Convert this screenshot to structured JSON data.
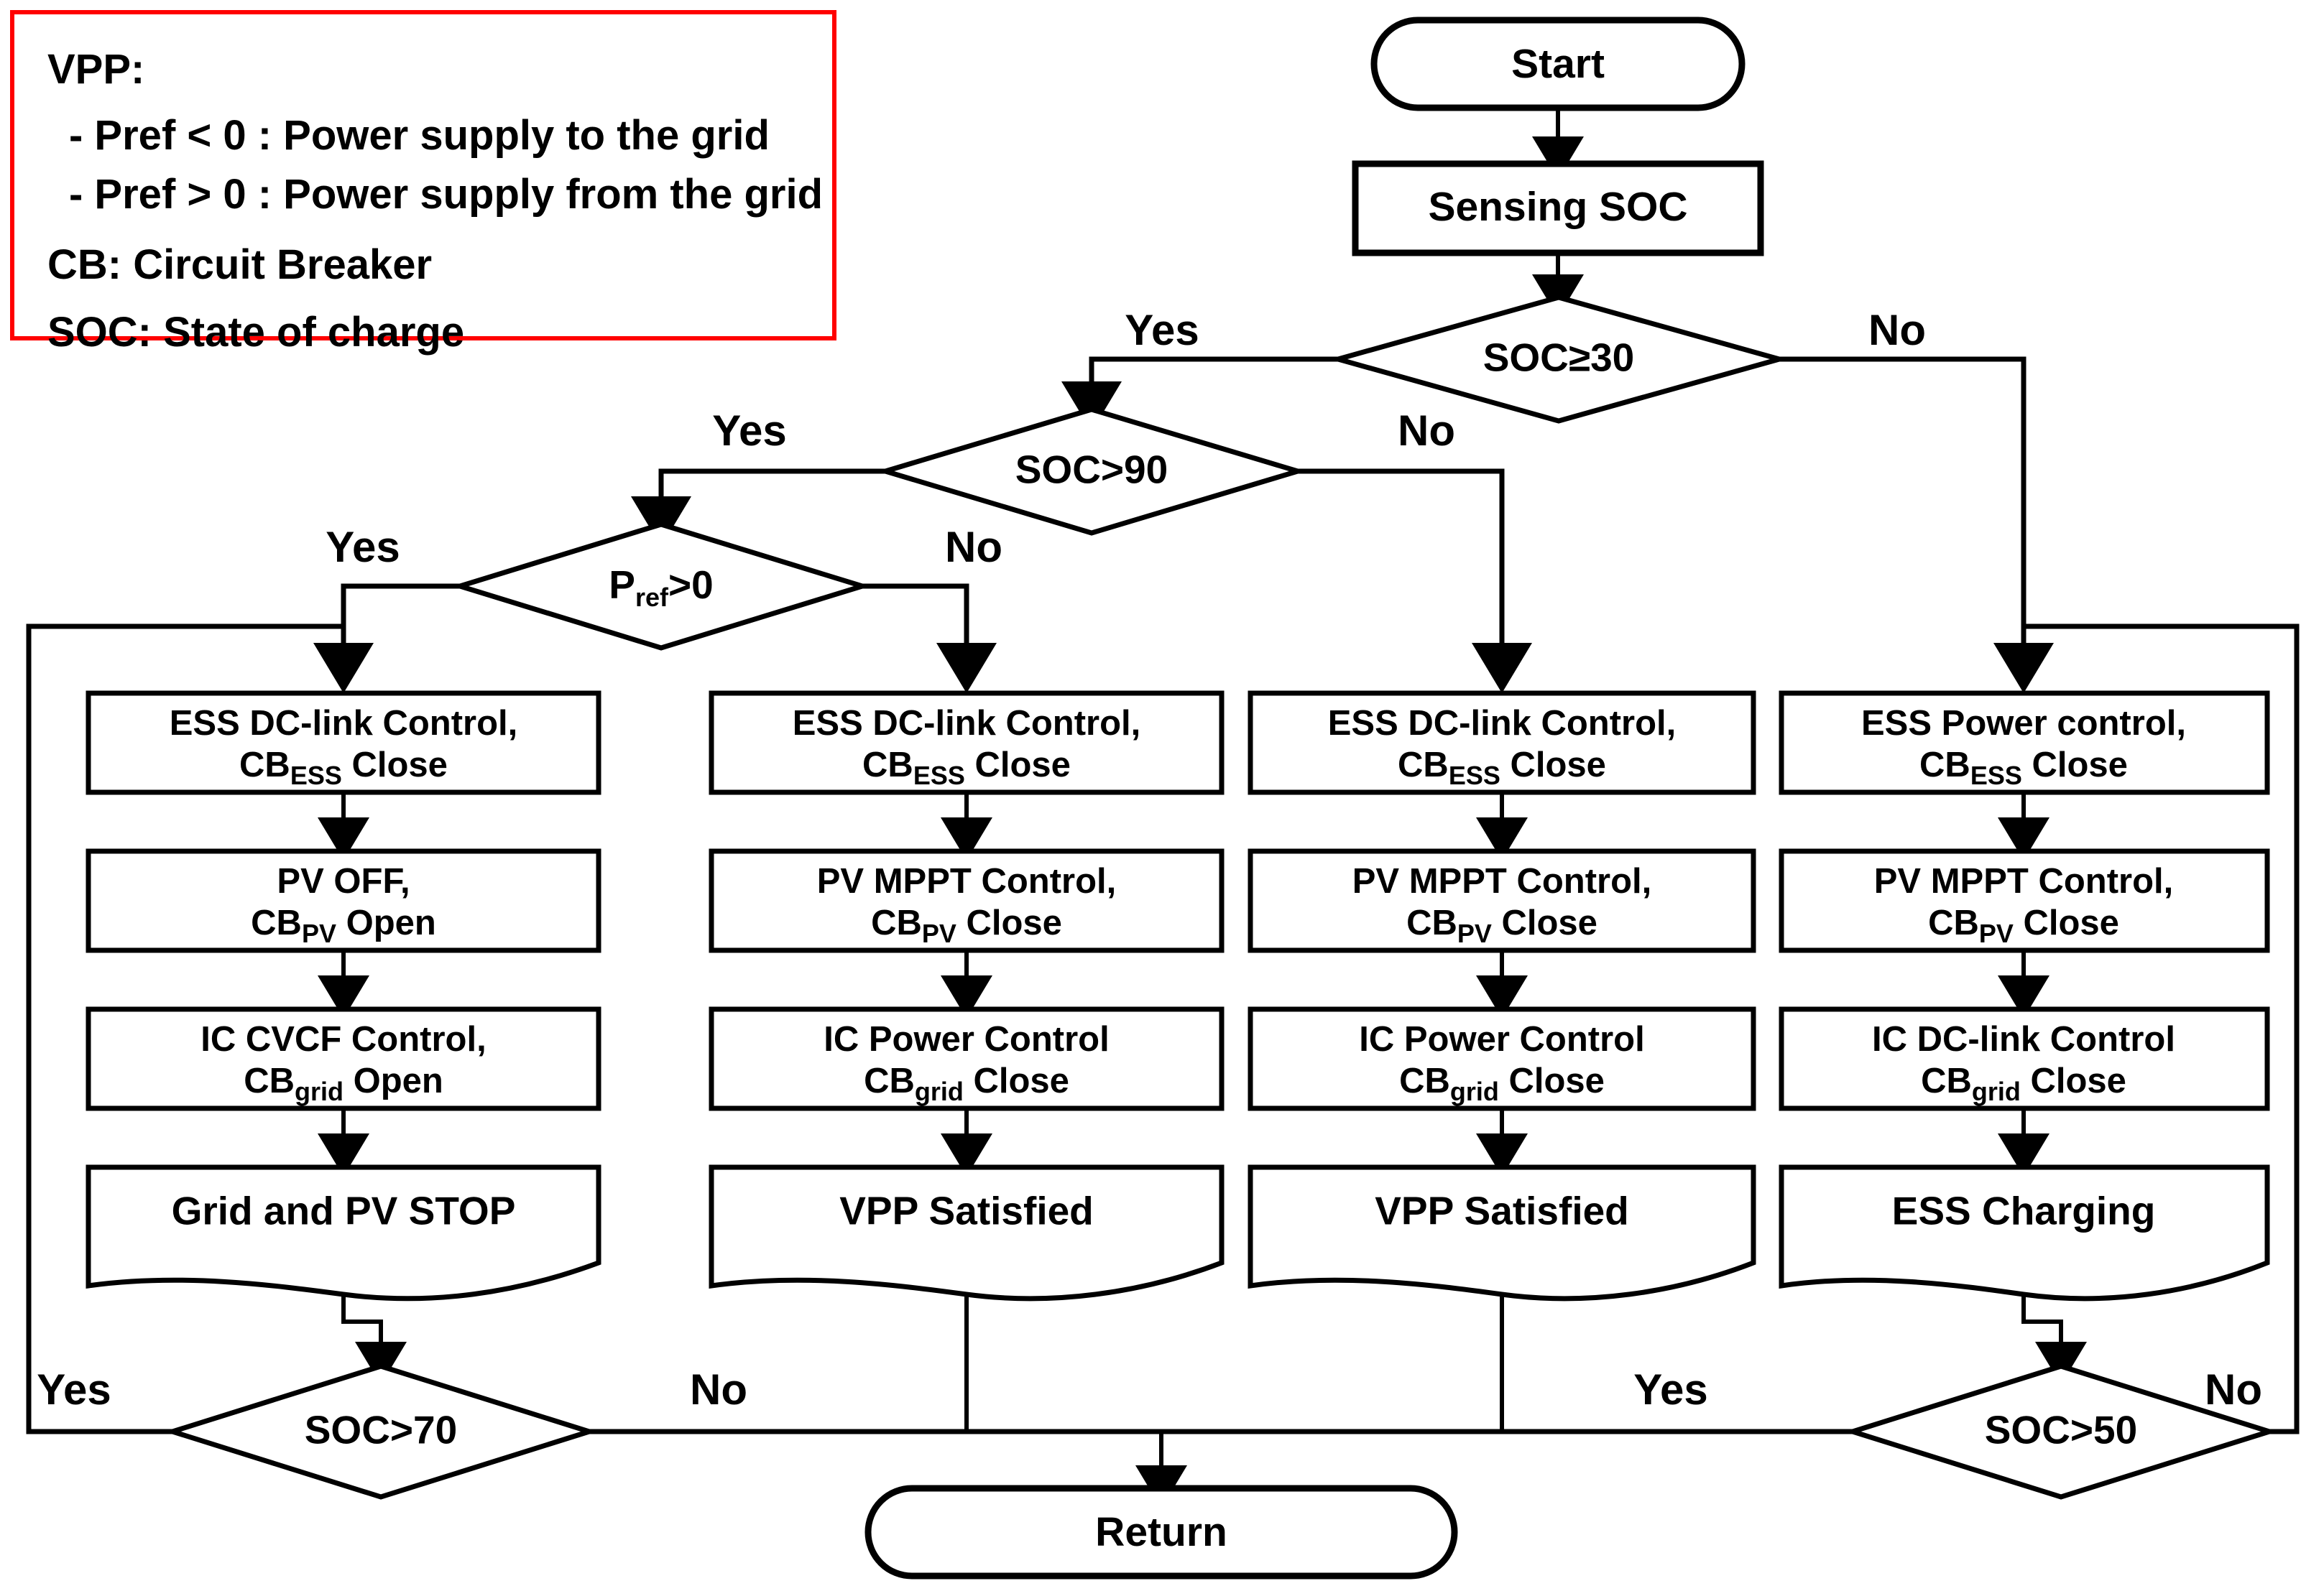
{
  "legend": {
    "title": "VPP:",
    "bullet1": "- Pref < 0 : Power supply to the grid",
    "bullet2": "- Pref > 0 : Power supply from the grid",
    "line_cb": "CB: Circuit Breaker",
    "line_soc": "SOC: State of charge",
    "border_color": "#ff0000"
  },
  "nodes": {
    "start": "Start",
    "sensing": "Sensing SOC",
    "return": "Return",
    "d_soc30": "SOC≥30",
    "d_soc90": "SOC>90",
    "d_pref": "P",
    "d_pref_sub": "ref",
    "d_pref_tail": ">0",
    "d_soc70": "SOC>70",
    "d_soc50": "SOC>50"
  },
  "labels": {
    "yes": "Yes",
    "no": "No"
  },
  "columns": [
    {
      "id": "col1",
      "steps": [
        {
          "line1": "ESS DC-link Control,",
          "pre": "CB",
          "sub": "ESS",
          "post": " Close"
        },
        {
          "line1": "PV OFF,",
          "pre": "CB",
          "sub": "PV",
          "post": " Open"
        },
        {
          "line1": "IC CVCF Control,",
          "pre": "CB",
          "sub": "grid",
          "post": " Open"
        }
      ],
      "result": "Grid and PV STOP"
    },
    {
      "id": "col2",
      "steps": [
        {
          "line1": "ESS DC-link Control,",
          "pre": "CB",
          "sub": "ESS",
          "post": " Close"
        },
        {
          "line1": "PV MPPT Control,",
          "pre": "CB",
          "sub": "PV",
          "post": " Close"
        },
        {
          "line1": "IC Power Control",
          "pre": "CB",
          "sub": "grid",
          "post": " Close"
        }
      ],
      "result": "VPP Satisfied"
    },
    {
      "id": "col3",
      "steps": [
        {
          "line1": "ESS DC-link Control,",
          "pre": "CB",
          "sub": "ESS",
          "post": " Close"
        },
        {
          "line1": "PV MPPT Control,",
          "pre": "CB",
          "sub": "PV",
          "post": " Close"
        },
        {
          "line1": "IC Power Control",
          "pre": "CB",
          "sub": "grid",
          "post": " Close"
        }
      ],
      "result": "VPP Satisfied"
    },
    {
      "id": "col4",
      "steps": [
        {
          "line1": "ESS Power control,",
          "pre": "CB",
          "sub": "ESS",
          "post": " Close"
        },
        {
          "line1": "PV MPPT Control,",
          "pre": "CB",
          "sub": "PV",
          "post": " Close"
        },
        {
          "line1": "IC DC-link Control",
          "pre": "CB",
          "sub": "grid",
          "post": " Close"
        }
      ],
      "result": "ESS Charging"
    }
  ],
  "branch_labels": {
    "soc30_yes": "Yes",
    "soc30_no": "No",
    "soc90_yes": "Yes",
    "soc90_no": "No",
    "pref_yes": "Yes",
    "pref_no": "No",
    "soc70_yes": "Yes",
    "soc70_no": "No",
    "soc50_yes": "Yes",
    "soc50_no": "No"
  }
}
